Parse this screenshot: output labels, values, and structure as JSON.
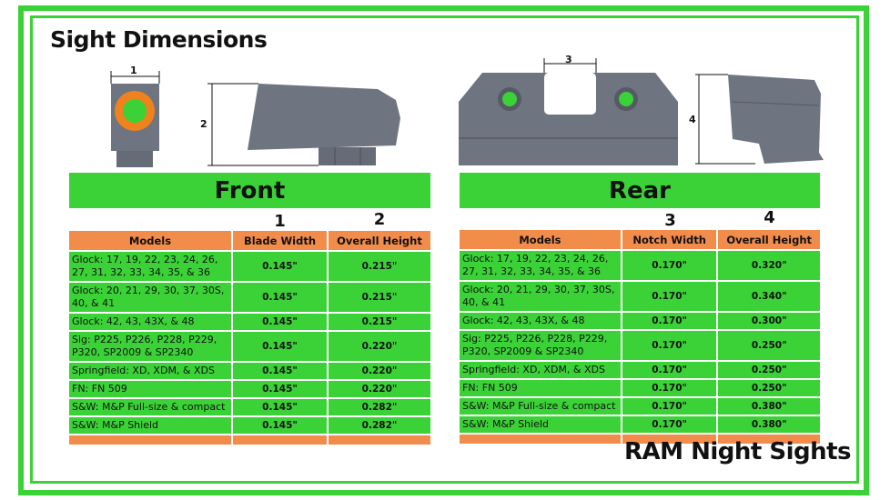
{
  "title": "Sight Dimensions",
  "brand": "RAM Night Sights",
  "dimension_markers": [
    "1",
    "2",
    "3",
    "4"
  ],
  "colors": {
    "accent_green": "#3ad236",
    "header_orange": "#f28c4a",
    "sight_gray": "#6e7480",
    "dot_orange": "#f0821e"
  },
  "front": {
    "banner": "Front",
    "col_numbers": [
      "1",
      "2"
    ],
    "headers": [
      "Models",
      "Blade Width",
      "Overall Height"
    ],
    "rows": [
      {
        "model": "Glock: 17, 19, 22, 23, 24, 26, 27, 31, 32, 33, 34, 35, & 36",
        "a": "0.145\"",
        "b": "0.215\""
      },
      {
        "model": "Glock: 20, 21, 29, 30, 37, 30S, 40, & 41",
        "a": "0.145\"",
        "b": "0.215\""
      },
      {
        "model": "Glock: 42, 43, 43X, & 48",
        "a": "0.145\"",
        "b": "0.215\""
      },
      {
        "model": "Sig: P225, P226, P228, P229, P320, SP2009 & SP2340",
        "a": "0.145\"",
        "b": "0.220\""
      },
      {
        "model": "Springfield: XD, XDM, & XDS",
        "a": "0.145\"",
        "b": "0.220\""
      },
      {
        "model": "FN: FN 509",
        "a": "0.145\"",
        "b": "0.220\""
      },
      {
        "model": "S&W: M&P Full-size & compact",
        "a": "0.145\"",
        "b": "0.282\""
      },
      {
        "model": "S&W: M&P Shield",
        "a": "0.145\"",
        "b": "0.282\""
      }
    ]
  },
  "rear": {
    "banner": "Rear",
    "col_numbers": [
      "3",
      "4"
    ],
    "headers": [
      "Models",
      "Notch Width",
      "Overall Height"
    ],
    "rows": [
      {
        "model": "Glock: 17, 19, 22, 23, 24, 26, 27, 31, 32, 33, 34, 35, & 36",
        "a": "0.170\"",
        "b": "0.320\""
      },
      {
        "model": "Glock: 20, 21, 29, 30, 37, 30S, 40, & 41",
        "a": "0.170\"",
        "b": "0.340\""
      },
      {
        "model": "Glock: 42, 43, 43X, & 48",
        "a": "0.170\"",
        "b": "0.300\""
      },
      {
        "model": "Sig: P225, P226, P228, P229, P320, SP2009 & SP2340",
        "a": "0.170\"",
        "b": "0.250\""
      },
      {
        "model": "Springfield: XD, XDM, & XDS",
        "a": "0.170\"",
        "b": "0.250\""
      },
      {
        "model": "FN: FN 509",
        "a": "0.170\"",
        "b": "0.250\""
      },
      {
        "model": "S&W: M&P Full-size & compact",
        "a": "0.170\"",
        "b": "0.380\""
      },
      {
        "model": "S&W: M&P Shield",
        "a": "0.170\"",
        "b": "0.380\""
      }
    ]
  }
}
